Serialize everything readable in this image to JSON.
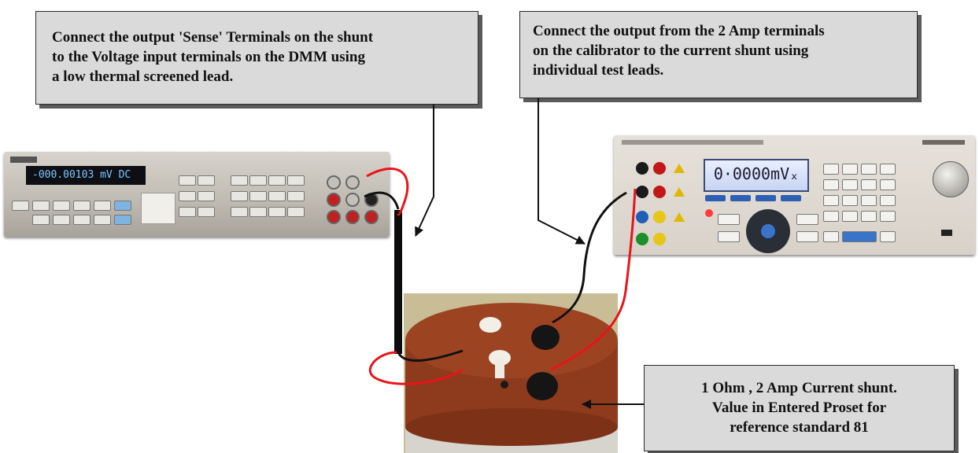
{
  "callouts": {
    "sense": [
      "Connect the output 'Sense' Terminals on the shunt",
      "to the Voltage input terminals on the DMM using",
      "a low thermal screened lead."
    ],
    "amp": [
      "Connect the output from the 2 Amp terminals",
      "on the calibrator to the current shunt using",
      "individual test leads."
    ],
    "shunt": [
      "1 Ohm , 2 Amp Current shunt.",
      "Value in Entered Proset for",
      "reference standard 81"
    ]
  },
  "dmm": {
    "readout": "-000.00103 mV DC"
  },
  "calibrator": {
    "readout": "0·0000mVₓ"
  },
  "colors": {
    "callout_fill": "#dadada",
    "red_lead": "#e8141a",
    "black_lead": "#111111",
    "shunt_body": "#8e3a1c"
  }
}
